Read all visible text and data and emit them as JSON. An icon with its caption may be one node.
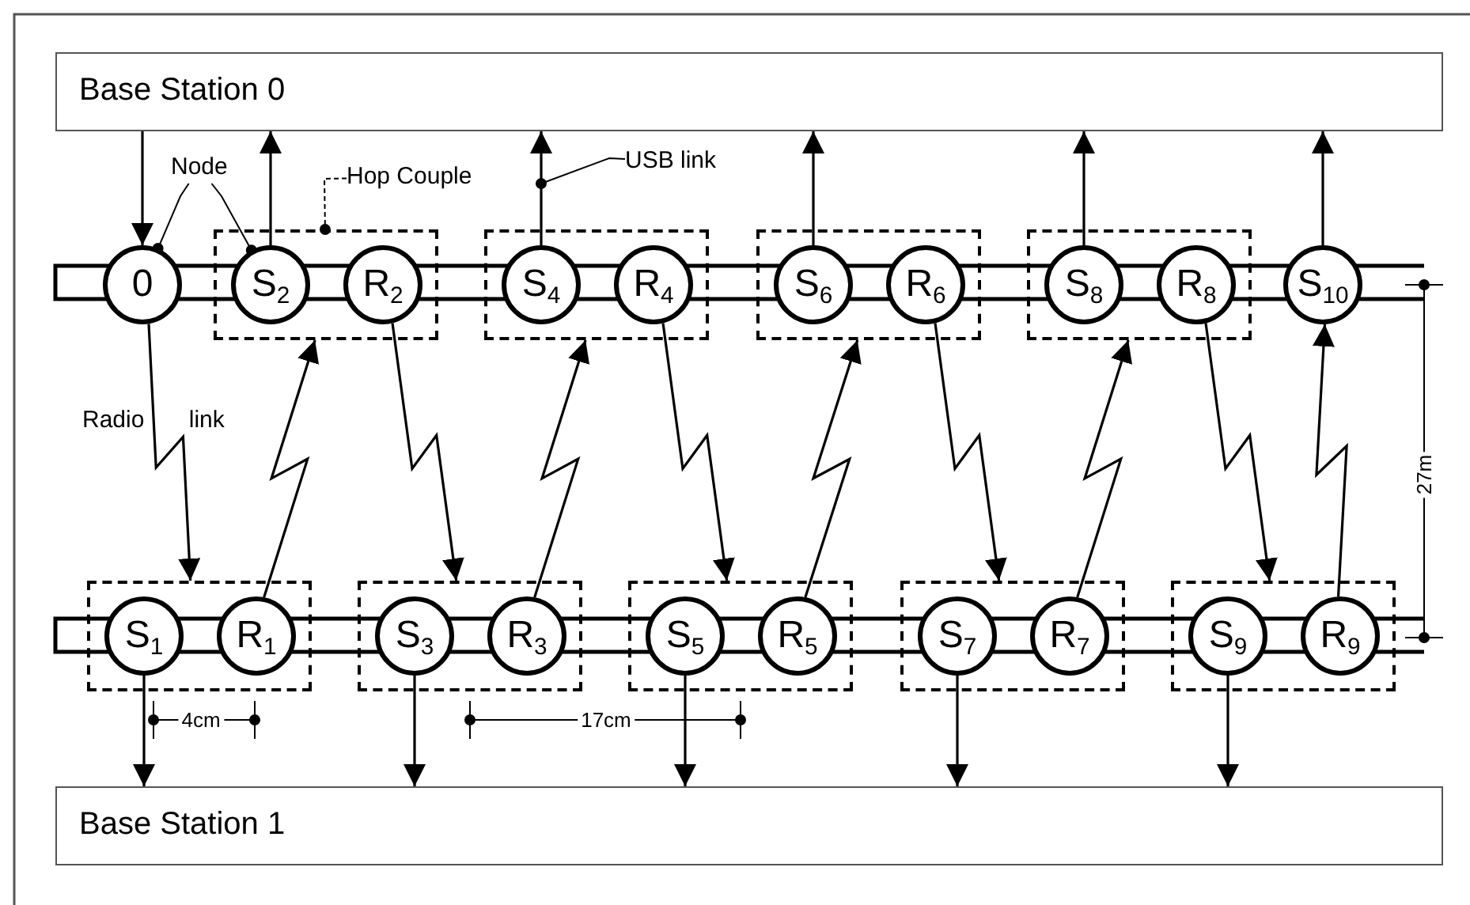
{
  "diagram": {
    "nodes": [
      {
        "text": [
          "Base Station 0"
        ]
      },
      {
        "text": [
          "Node"
        ]
      },
      {
        "text": [
          "Hop Couple"
        ]
      },
      {
        "text": [
          "USB link"
        ]
      },
      {
        "text": [
          "0"
        ]
      },
      {
        "text": [],
        "shape": "box"
      },
      {
        "text": [
          "S$_{2}$"
        ],
        "in": 5
      },
      {
        "text": [
          "R$_{2}$"
        ],
        "in": 5
      },
      {
        "text": [],
        "shape": "box"
      },
      {
        "text": [
          "S$_{4}$"
        ],
        "in": 8
      },
      {
        "text": [
          "R$_{4}$"
        ],
        "in": 8
      },
      {
        "text": [],
        "shape": "box"
      },
      {
        "text": [
          "S$_{6}$"
        ],
        "in": 11
      },
      {
        "text": [
          "R$_{6}$"
        ],
        "in": 11
      },
      {
        "text": [],
        "shape": "box"
      },
      {
        "text": [
          "S$_{8}$"
        ],
        "in": 14
      },
      {
        "text": [
          "R$_{8}$"
        ],
        "in": 14
      },
      {
        "text": [
          "S$_{10}$"
        ]
      },
      {
        "text": [],
        "shape": "box"
      },
      {
        "text": [
          "S$_{1}$"
        ],
        "in": 18
      },
      {
        "text": [
          "R$_{1}$"
        ],
        "in": 18
      },
      {
        "text": [],
        "shape": "box"
      },
      {
        "text": [
          "S$_{3}$"
        ],
        "in": 21
      },
      {
        "text": [
          "R$_{3}$"
        ],
        "in": 21
      },
      {
        "text": [],
        "shape": "box"
      },
      {
        "text": [
          "S$_{5}$"
        ],
        "in": 24
      },
      {
        "text": [
          "R$_{5}$"
        ],
        "in": 24
      },
      {
        "text": [],
        "shape": "box"
      },
      {
        "text": [
          "S$_{7}$"
        ],
        "in": 27
      },
      {
        "text": [
          "R$_{7}$"
        ],
        "in": 27
      },
      {
        "text": [],
        "shape": "box"
      },
      {
        "text": [
          "S$_{9}$"
        ],
        "in": 30
      },
      {
        "text": [
          "R$_{9}$"
        ],
        "in": 30
      },
      {
        "text": [
          "Base Station 1"
        ]
      }
    ],
    "edges": [
      {
        "from": 0,
        "to": 4,
        "arrow": "to"
      },
      {
        "from": 6,
        "to": 0,
        "arrow": "to"
      },
      {
        "from": 9,
        "to": 0,
        "arrow": "to"
      },
      {
        "from": 12,
        "to": 0,
        "arrow": "to"
      },
      {
        "from": 15,
        "to": 0,
        "arrow": "to"
      },
      {
        "from": 17,
        "to": 0,
        "arrow": "to"
      },
      {
        "from": 19,
        "to": 33,
        "arrow": "to"
      },
      {
        "from": 22,
        "to": 33,
        "arrow": "to"
      },
      {
        "from": 25,
        "to": 33,
        "arrow": "to"
      },
      {
        "from": 28,
        "to": 33,
        "arrow": "to"
      },
      {
        "from": 31,
        "to": 33,
        "arrow": "to"
      },
      {
        "from": 4,
        "to": 18,
        "arrow": "to"
      },
      {
        "from": 20,
        "to": 5,
        "arrow": "to"
      },
      {
        "from": 7,
        "to": 21,
        "arrow": "to"
      },
      {
        "from": 23,
        "to": 8,
        "arrow": "to"
      },
      {
        "from": 10,
        "to": 24,
        "arrow": "to"
      },
      {
        "from": 26,
        "to": 11,
        "arrow": "to"
      },
      {
        "from": 13,
        "to": 27,
        "arrow": "to"
      },
      {
        "from": 29,
        "to": 14,
        "arrow": "to"
      },
      {
        "from": 16,
        "to": 30,
        "arrow": "to"
      },
      {
        "from": 32,
        "to": 17,
        "arrow": "to"
      },
      {
        "from": 1,
        "to": 4,
        "arrow": "other"
      },
      {
        "from": 1,
        "to": 6,
        "arrow": "other"
      },
      {
        "from": 2,
        "to": 5,
        "arrow": "other",
        "style": "dashed"
      },
      {
        "from": 3,
        "to": null,
        "arrow": "other"
      }
    ],
    "labels": [
      "Radio link",
      "4cm",
      "17cm",
      "27m"
    ]
  }
}
